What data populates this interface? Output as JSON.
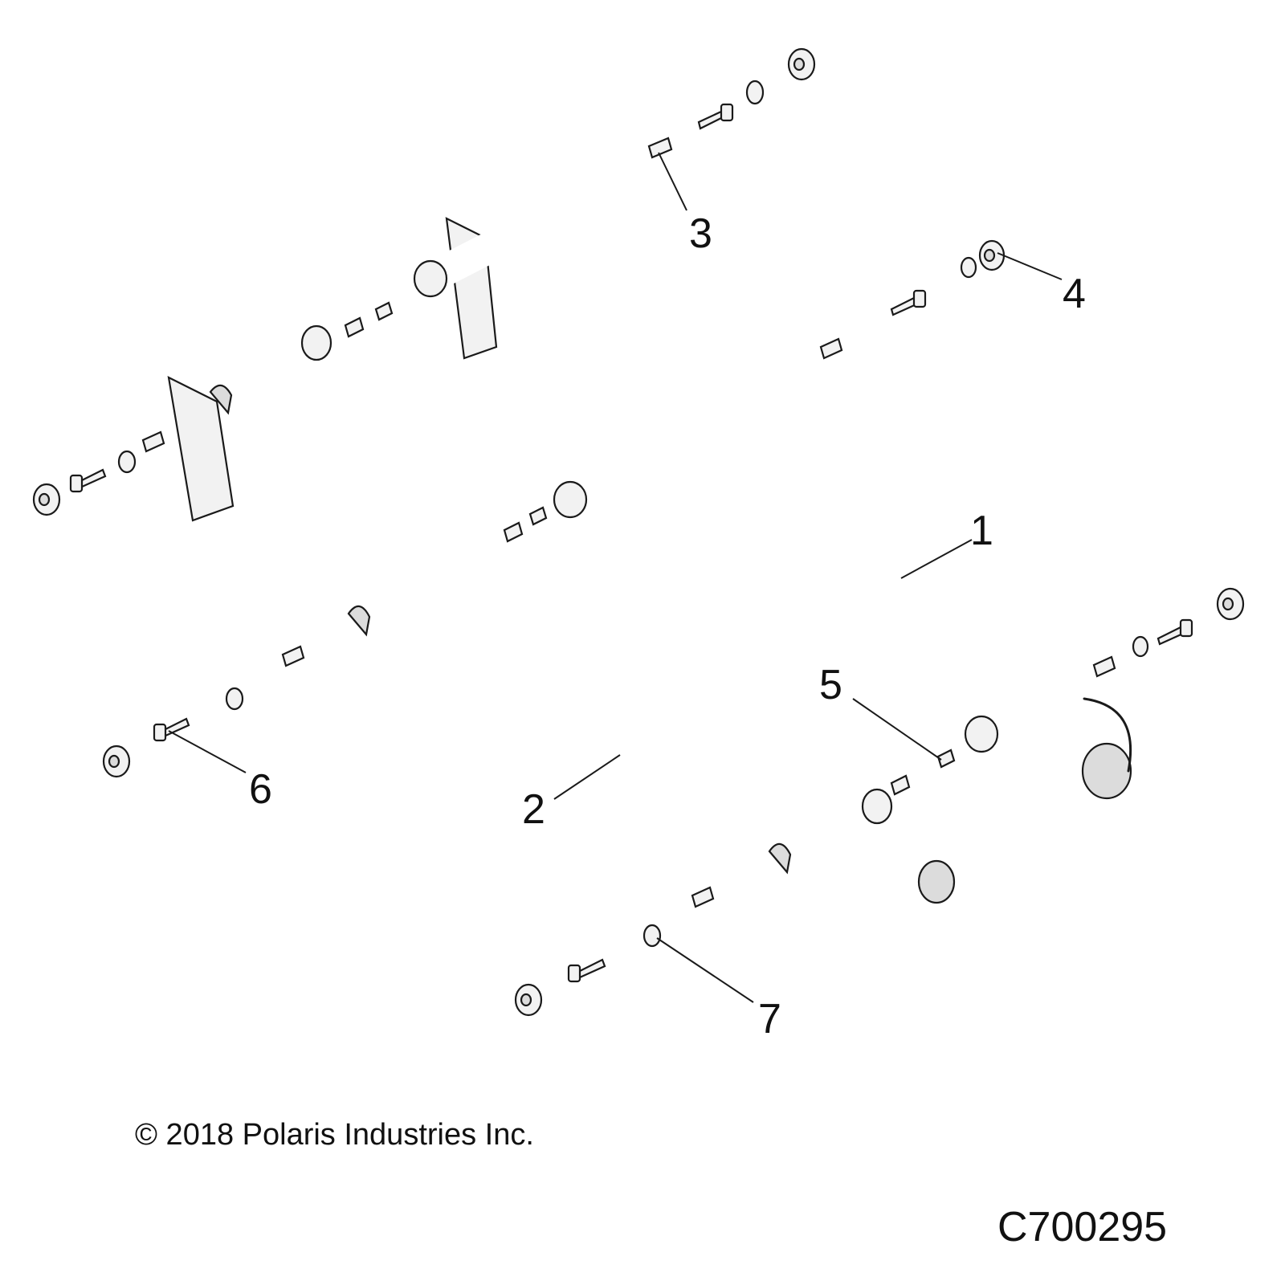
{
  "callouts": [
    "1",
    "2",
    "3",
    "4",
    "5",
    "6",
    "7"
  ],
  "copyright": "© 2018 Polaris Industries Inc.",
  "drawing_id": "C700295",
  "colors": {
    "line": "#1a1a1a",
    "part_fill": "#f2f2f2",
    "background": "#ffffff"
  }
}
